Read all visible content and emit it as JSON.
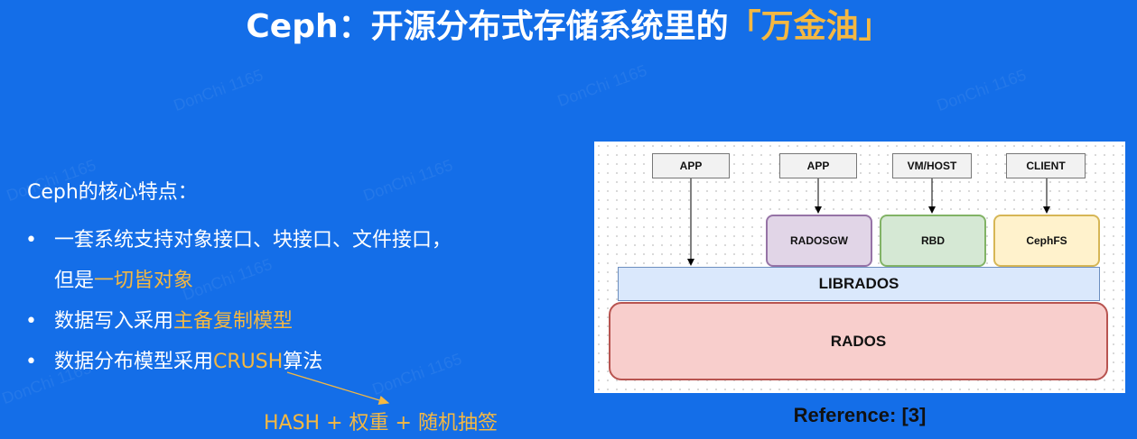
{
  "title": {
    "prefix": "Ceph：开源分布式存储系统里的",
    "highlight": "「万金油」"
  },
  "watermark": "DonChi 1165",
  "intro": "Ceph的核心特点：",
  "bullets": [
    {
      "text": "一套系统支持对象接口、块接口、文件接口，",
      "cont_plain": "但是",
      "cont_highlight": "一切皆对象"
    },
    {
      "plain": "数据写入采用",
      "highlight": "主备复制模型"
    },
    {
      "plain": "数据分布模型采用",
      "highlight": "CRUSH",
      "suffix": "算法"
    }
  ],
  "bullet_glyph": "•",
  "hash_formula": "HASH + 权重 + 随机抽签",
  "diagram": {
    "top_boxes": [
      "APP",
      "APP",
      "VM/HOST",
      "CLIENT"
    ],
    "gateways": [
      "RADOSGW",
      "RBD",
      "CephFS"
    ],
    "librados": "LIBRADOS",
    "rados": "RADOS"
  },
  "reference": "Reference: [3]",
  "colors": {
    "background": "#146ee8",
    "highlight": "#f5b841",
    "radosgw": "#e1d5e7",
    "rbd": "#d5e8d4",
    "cephfs": "#fff2cc",
    "librados": "#dae8fc",
    "rados": "#f8cecc"
  }
}
